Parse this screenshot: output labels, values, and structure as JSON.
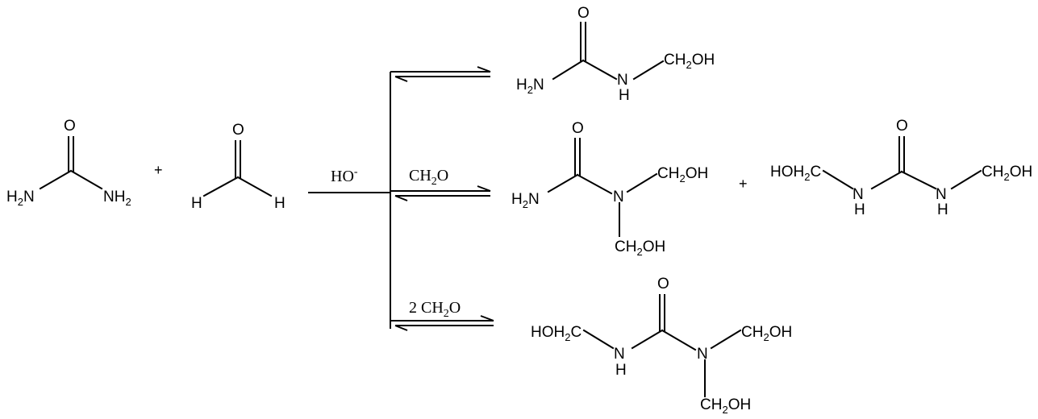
{
  "reactants": {
    "urea": {
      "o": "O",
      "nh2_left": "H2N",
      "nh2_right": "NH2"
    },
    "plus": "+",
    "formaldehyde": {
      "o": "O",
      "h_left": "H",
      "h_right": "H"
    }
  },
  "conditions": {
    "catalyst": "HO-",
    "middle_reagent": "CH2O",
    "bottom_reagent": "2 CH2O"
  },
  "products": {
    "top": {
      "o": "O",
      "nh2": "H2N",
      "nh": "NH",
      "ch2oh": "CH2OH"
    },
    "middle": {
      "o": "O",
      "nh2": "H2N",
      "n": "N",
      "ch2oh_right": "CH2OH",
      "ch2oh_down": "CH2OH"
    },
    "middle_plus": "+",
    "middle_second": {
      "o": "O",
      "hoh2c": "HOH2C",
      "nh_left": "NH",
      "nh_right": "NH",
      "ch2oh": "CH2OH"
    },
    "bottom": {
      "o": "O",
      "hoh2c": "HOH2C",
      "nh": "NH",
      "n": "N",
      "ch2oh_right": "CH2OH",
      "ch2oh_down": "CH2OH"
    }
  }
}
